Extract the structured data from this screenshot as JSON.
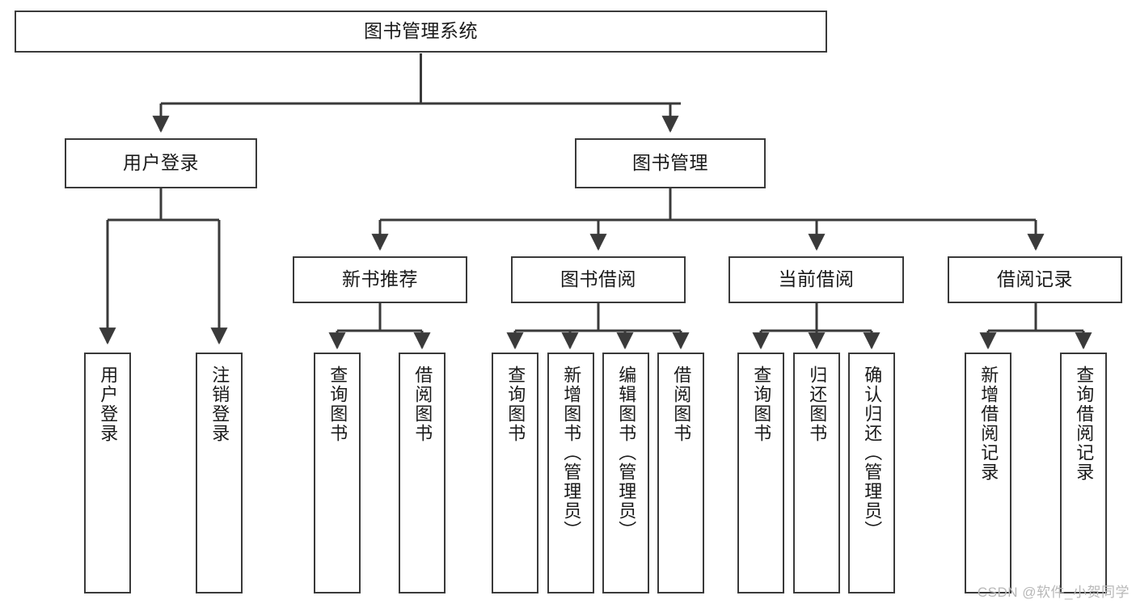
{
  "diagram": {
    "title": "图书管理系统",
    "type": "tree-hierarchy",
    "watermark": "CSDN @软件_小贺同学",
    "colors": {
      "stroke": "#3a3a3a",
      "fill": "#ffffff",
      "text": "#1a1a1a",
      "watermark": "#b8b8b8"
    },
    "nodes": {
      "root": {
        "label": "图书管理系统"
      },
      "level2": [
        {
          "id": "user-login",
          "label": "用户登录"
        },
        {
          "id": "book-manage",
          "label": "图书管理"
        }
      ],
      "level3": [
        {
          "id": "new-book-recommend",
          "label": "新书推荐"
        },
        {
          "id": "book-borrow",
          "label": "图书借阅"
        },
        {
          "id": "current-borrow",
          "label": "当前借阅"
        },
        {
          "id": "borrow-record",
          "label": "借阅记录"
        }
      ],
      "leaves": {
        "user-login": [
          {
            "id": "leaf-user-login",
            "label": "用户登录"
          },
          {
            "id": "leaf-user-logout",
            "label": "注销登录"
          }
        ],
        "new-book-recommend": [
          {
            "id": "leaf-query-book-1",
            "label": "查询图书"
          },
          {
            "id": "leaf-borrow-book-1",
            "label": "借阅图书"
          }
        ],
        "book-borrow": [
          {
            "id": "leaf-query-book-2",
            "label": "查询图书"
          },
          {
            "id": "leaf-add-book",
            "label": "新增图书（管理员）"
          },
          {
            "id": "leaf-edit-book",
            "label": "编辑图书（管理员）"
          },
          {
            "id": "leaf-borrow-book-2",
            "label": "借阅图书"
          }
        ],
        "current-borrow": [
          {
            "id": "leaf-query-book-3",
            "label": "查询图书"
          },
          {
            "id": "leaf-return-book",
            "label": "归还图书"
          },
          {
            "id": "leaf-confirm-return",
            "label": "确认归还（管理员）"
          }
        ],
        "borrow-record": [
          {
            "id": "leaf-add-record",
            "label": "新增借阅记录"
          },
          {
            "id": "leaf-query-record",
            "label": "查询借阅记录"
          }
        ]
      }
    },
    "edges": [
      {
        "from": "root",
        "to": "user-login"
      },
      {
        "from": "root",
        "to": "book-manage"
      },
      {
        "from": "user-login",
        "to": "leaf-user-login"
      },
      {
        "from": "user-login",
        "to": "leaf-user-logout"
      },
      {
        "from": "book-manage",
        "to": "new-book-recommend"
      },
      {
        "from": "book-manage",
        "to": "book-borrow"
      },
      {
        "from": "book-manage",
        "to": "current-borrow"
      },
      {
        "from": "book-manage",
        "to": "borrow-record"
      },
      {
        "from": "new-book-recommend",
        "to": "leaf-query-book-1"
      },
      {
        "from": "new-book-recommend",
        "to": "leaf-borrow-book-1"
      },
      {
        "from": "book-borrow",
        "to": "leaf-query-book-2"
      },
      {
        "from": "book-borrow",
        "to": "leaf-add-book"
      },
      {
        "from": "book-borrow",
        "to": "leaf-edit-book"
      },
      {
        "from": "book-borrow",
        "to": "leaf-borrow-book-2"
      },
      {
        "from": "current-borrow",
        "to": "leaf-query-book-3"
      },
      {
        "from": "current-borrow",
        "to": "leaf-return-book"
      },
      {
        "from": "current-borrow",
        "to": "leaf-confirm-return"
      },
      {
        "from": "borrow-record",
        "to": "leaf-add-record"
      },
      {
        "from": "borrow-record",
        "to": "leaf-query-record"
      }
    ]
  }
}
